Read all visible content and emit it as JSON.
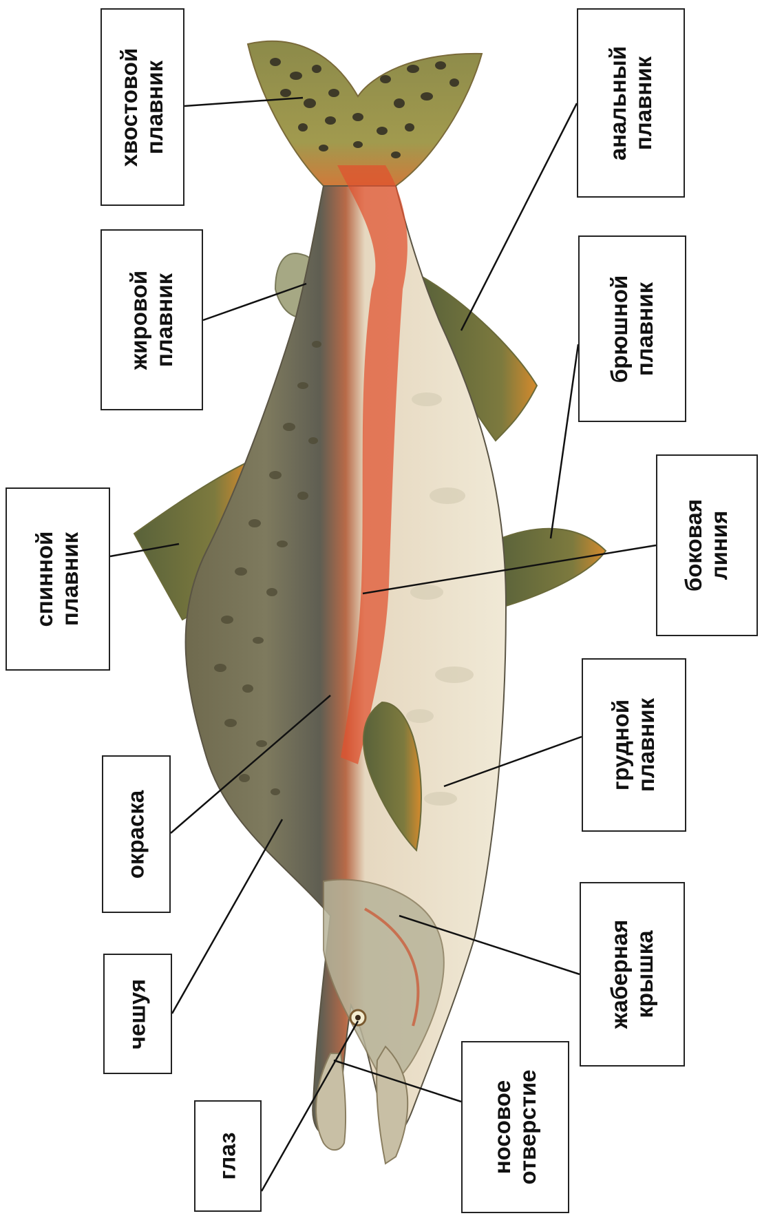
{
  "labels": {
    "tail_fin": "хвостовой\nплавник",
    "adipose_fin": "жировой\nплавник",
    "dorsal_fin": "спинной\nплавник",
    "coloration": "окраска",
    "scales": "чешуя",
    "eye": "глаз",
    "nostril": "носовое\nотверстие",
    "gill_cover": "жаберная\nкрышка",
    "pectoral_fin": "грудной\nплавник",
    "lateral_line": "боковая\nлиния",
    "pelvic_fin": "брюшной\nплавник",
    "anal_fin": "анальный\nплавник"
  },
  "colors": {
    "back": "#6f6a4e",
    "belly": "#ede6d2",
    "red_band": "#e0502e",
    "fin": "#6e7346",
    "fin_edge": "#d08a2a",
    "spots": "#3e3a28"
  }
}
